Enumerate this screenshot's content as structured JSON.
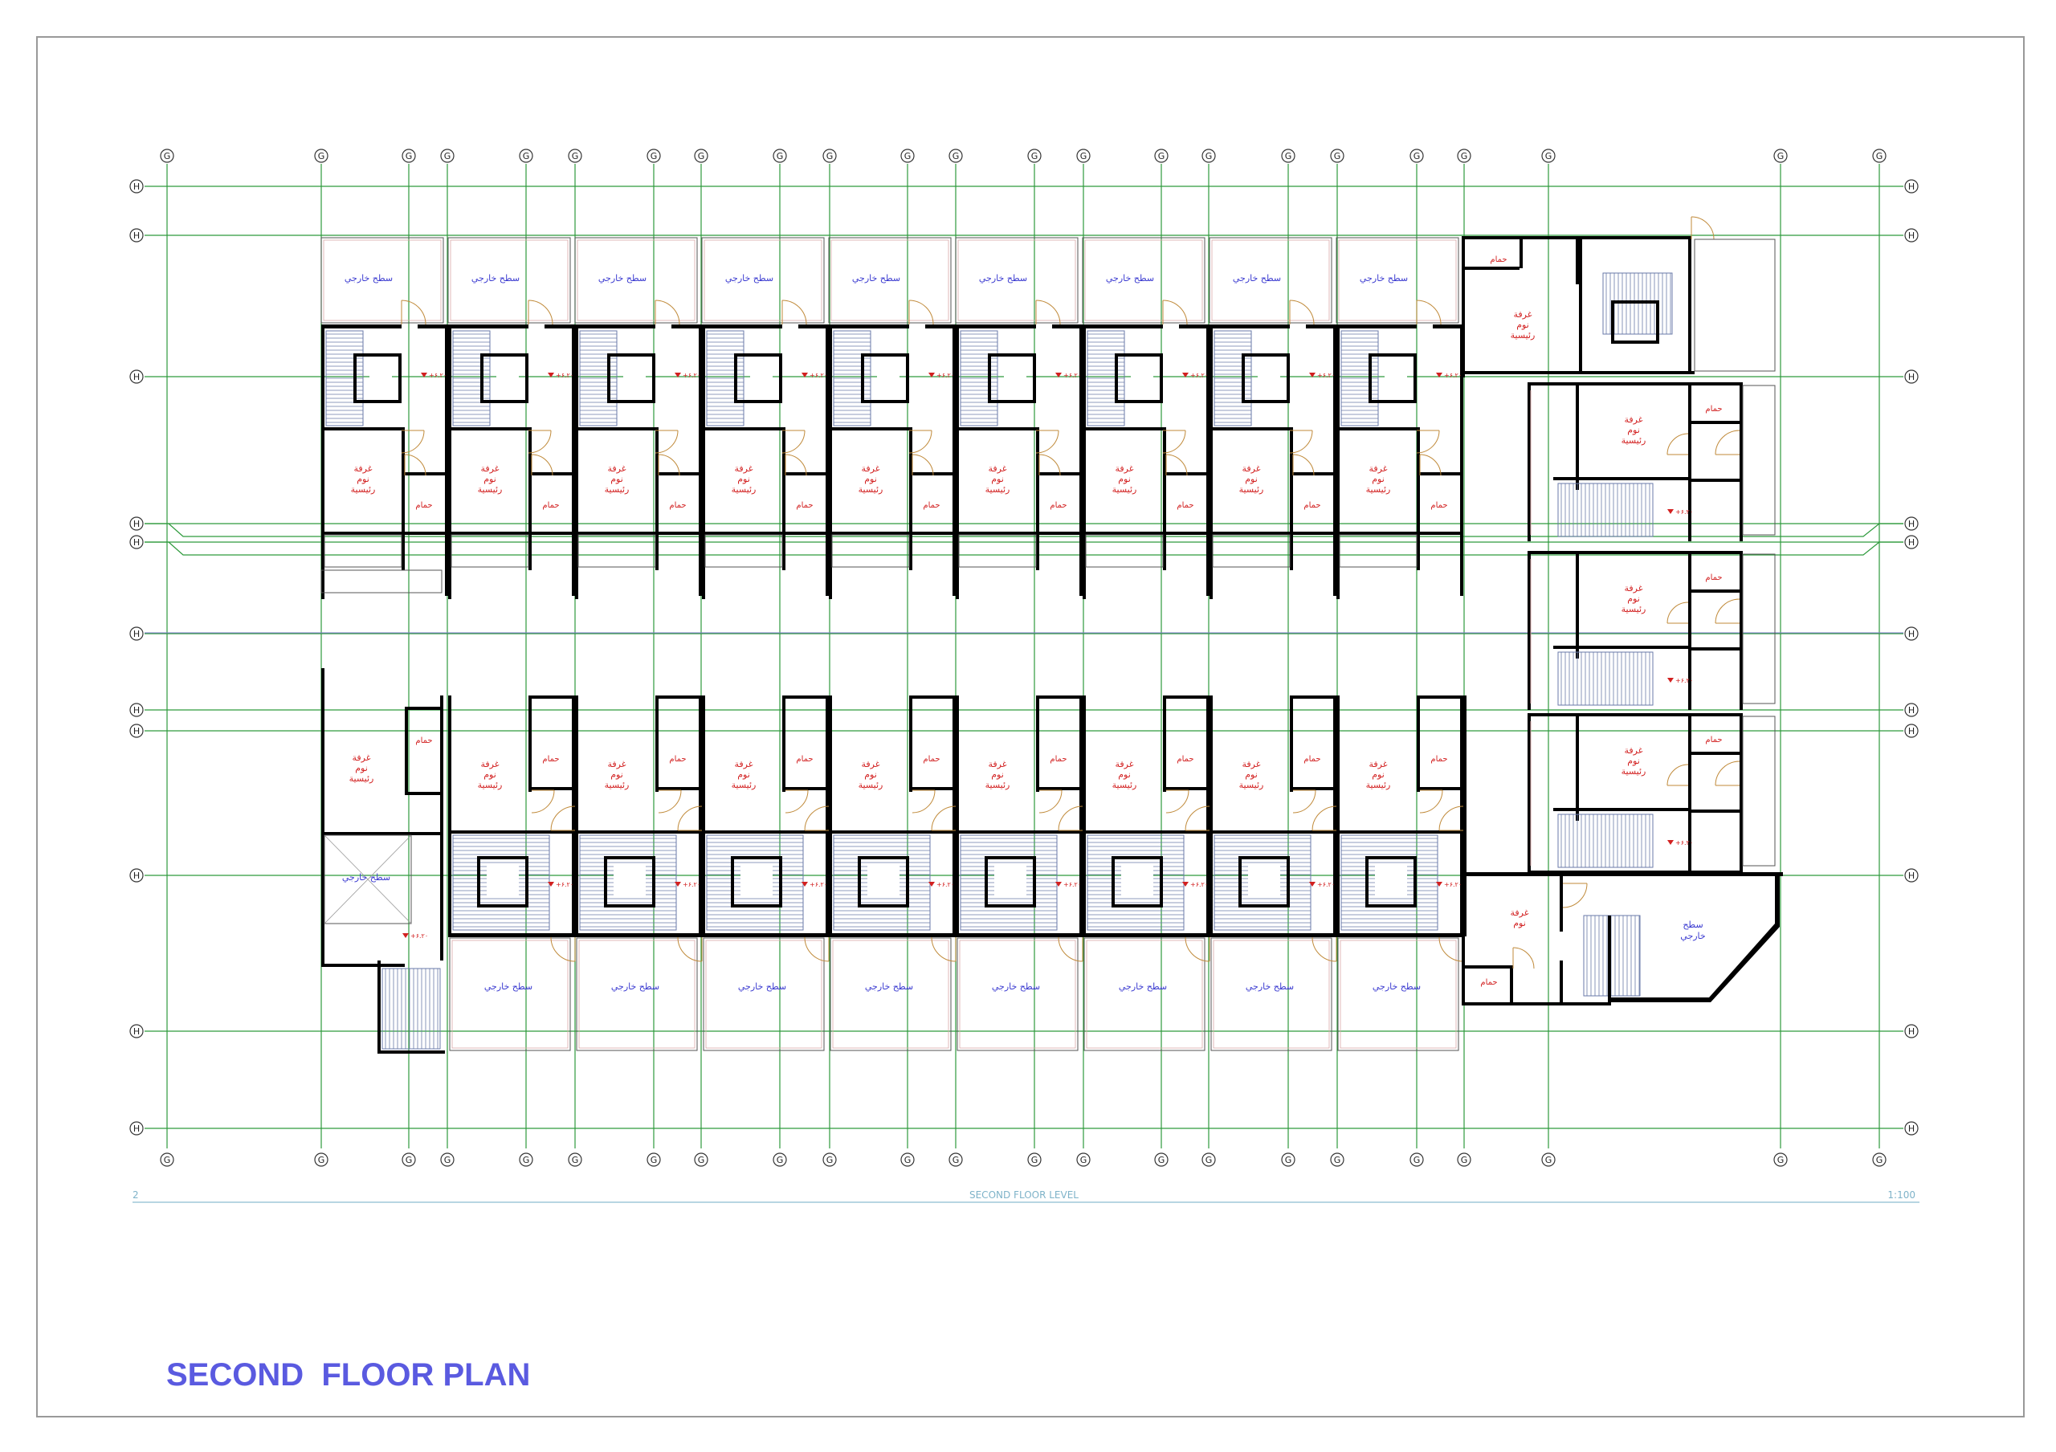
{
  "sheet": {
    "title": "SECOND  FLOOR PLAN",
    "view_number": "2",
    "view_name": "SECOND FLOOR LEVEL",
    "scale": "1:100"
  },
  "grid": {
    "vertical_label": "G",
    "horizontal_label": "H"
  },
  "rooms": {
    "master_bedroom": "غرفة نوم رئيسية",
    "bedroom": "غرفة نوم",
    "bathroom": "حمام",
    "external_roof": "سطح خارجي"
  },
  "levels": {
    "level_mark": "+۶.۲۰"
  },
  "colors": {
    "title": "#5a5ae0",
    "grid": "#2e9a3c",
    "wall": "#000000",
    "room_text": "#d22020",
    "roof_text": "#3a3ad0",
    "hatch": "#6a7aa8",
    "sheet_border": "#999999",
    "view_line": "#9fc9d8"
  }
}
